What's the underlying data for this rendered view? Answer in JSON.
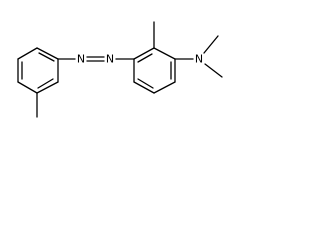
{
  "molecule": {
    "atom_labels": {
      "azo_n1": "N",
      "azo_n2": "N",
      "amine_n": "N"
    }
  }
}
